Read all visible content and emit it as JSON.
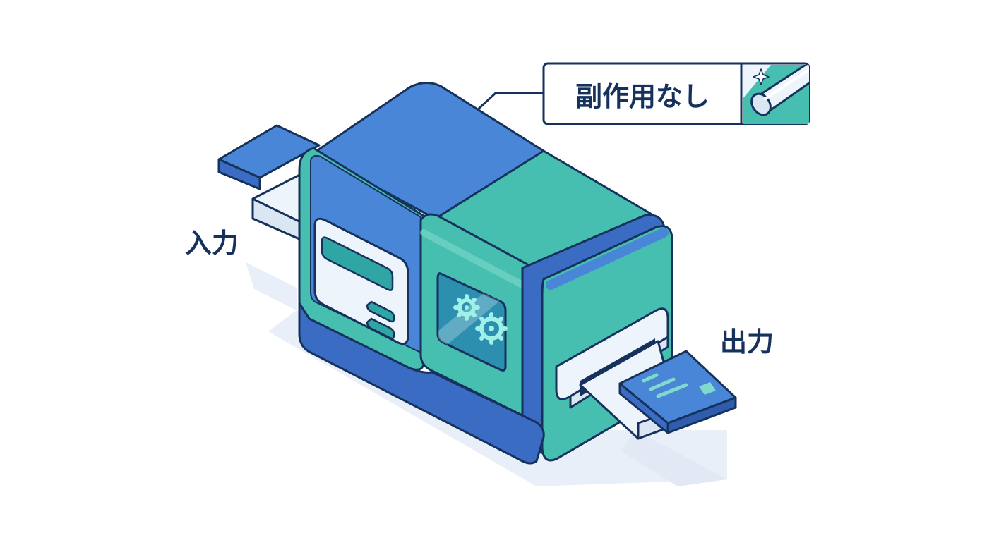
{
  "labels": {
    "input": "入力",
    "output": "出力",
    "callout": "副作用なし"
  },
  "colors": {
    "outline": "#16325c",
    "blue": "#4a86d8",
    "blue_dark": "#3a6cc4",
    "teal": "#46bfb0",
    "teal_dark": "#36a596",
    "panel": "#eef4fb",
    "shadow": "#e6edf7",
    "screen": "#2fa6a4",
    "glow": "#9ff0e6"
  },
  "icons": {
    "input_card": "blank-card-icon",
    "output_card": "data-card-icon",
    "gears": "gears-icon",
    "sparkle": "sparkle-icon",
    "pipe": "pipe-icon"
  }
}
